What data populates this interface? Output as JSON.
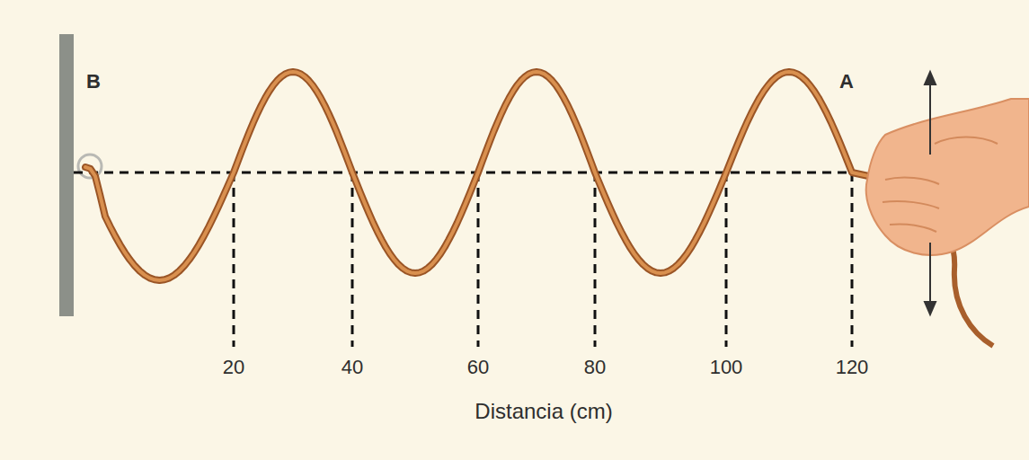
{
  "diagram": {
    "labels": [
      "B",
      "A",
      "20",
      "40",
      "60",
      "80",
      "100",
      "120",
      "Distancia (cm)"
    ]
  }
}
